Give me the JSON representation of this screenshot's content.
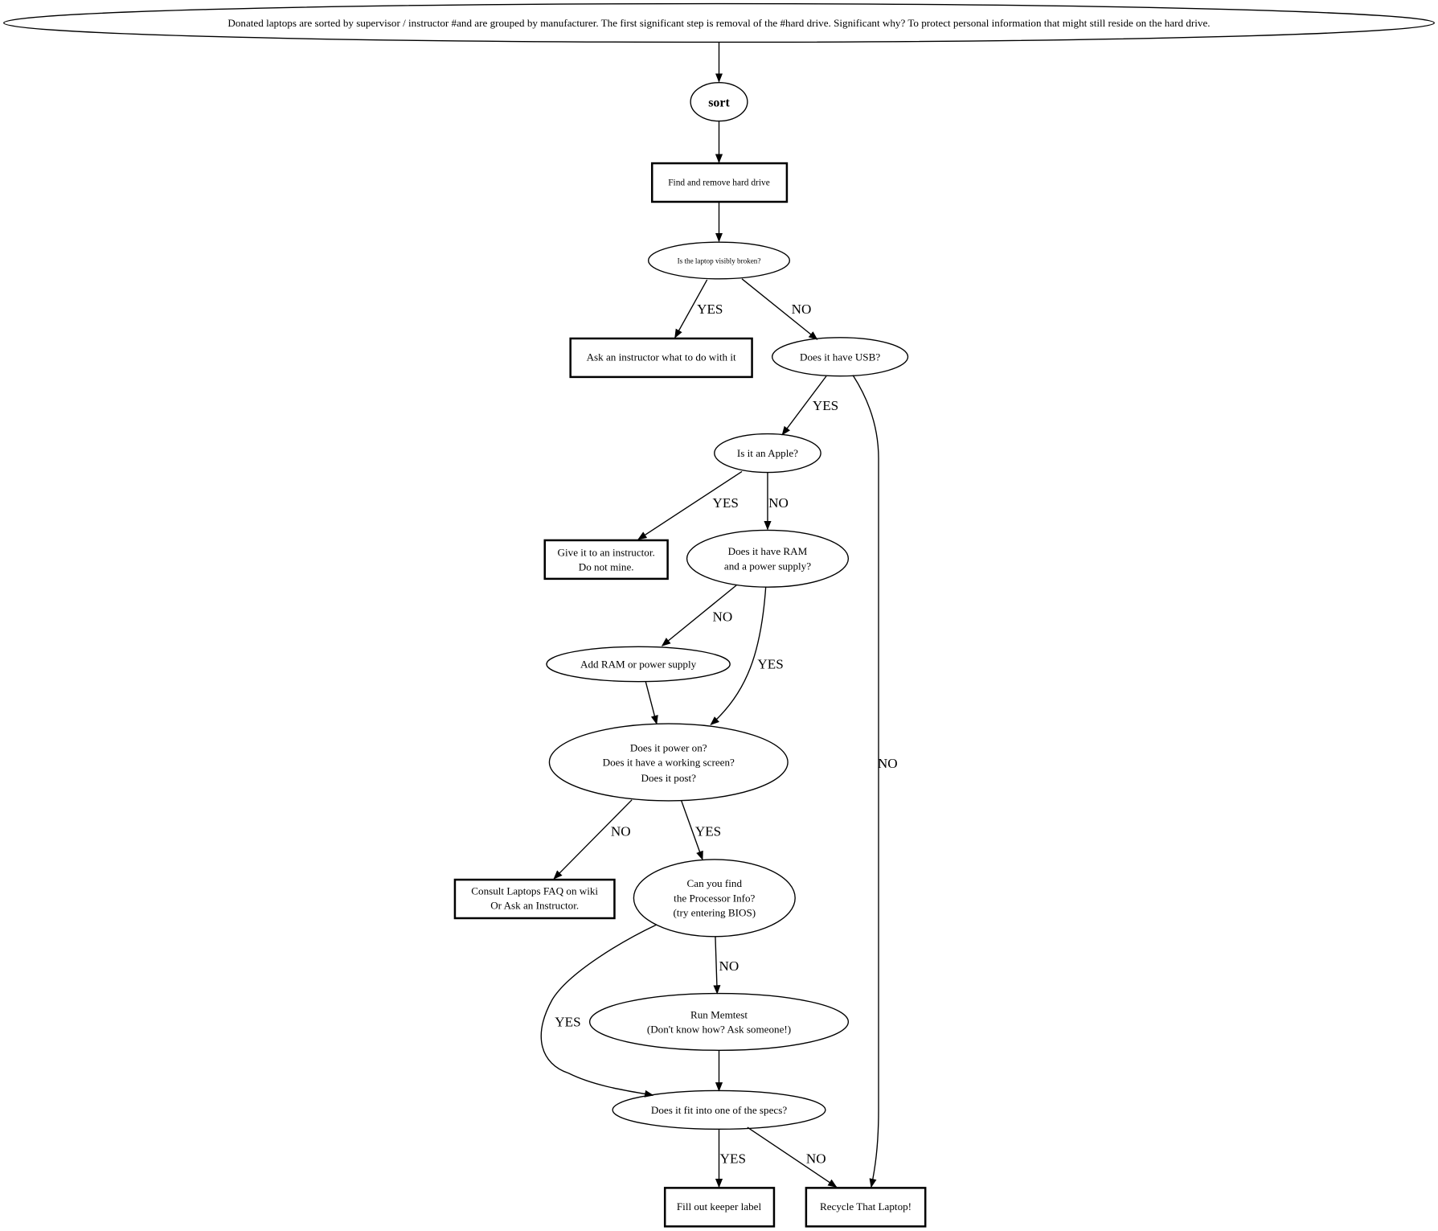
{
  "nodes": {
    "intro": "Donated laptops are sorted by supervisor / instructor #and are grouped by manufacturer. The first significant step is removal of the #hard drive. Significant why? To protect personal information that might still reside on the hard drive.",
    "sort": "sort",
    "find": "Find and remove hard drive",
    "broken": "Is the laptop visibly broken?",
    "ask": "Ask an instructor what to do with it",
    "usb": "Does it have USB?",
    "apple": "Is it an Apple?",
    "give": [
      "Give it to an instructor.",
      "Do not mine."
    ],
    "ram": [
      "Does it have RAM",
      "and a power supply?"
    ],
    "addram": "Add RAM or power supply",
    "power": [
      "Does it power on?",
      "Does it have a working screen?",
      "Does it post?"
    ],
    "consult": [
      "Consult Laptops FAQ on wiki",
      "Or Ask an Instructor."
    ],
    "processor": [
      "Can you find",
      "the Processor Info?",
      "(try entering BIOS)"
    ],
    "memtest": [
      "Run Memtest",
      "(Don't know how?  Ask someone!)"
    ],
    "specs": "Does it fit into one of the specs?",
    "keeper": "Fill out keeper label",
    "recycle": "Recycle That Laptop!"
  },
  "edges": {
    "broken_yes": "YES",
    "broken_no": "NO",
    "usb_yes": "YES",
    "usb_no": "NO",
    "apple_yes": "YES",
    "apple_no": "NO",
    "ram_no": "NO",
    "ram_yes": "YES",
    "power_no": "NO",
    "power_yes": "YES",
    "proc_no": "NO",
    "proc_yes": "YES",
    "specs_yes": "YES",
    "specs_no": "NO"
  }
}
